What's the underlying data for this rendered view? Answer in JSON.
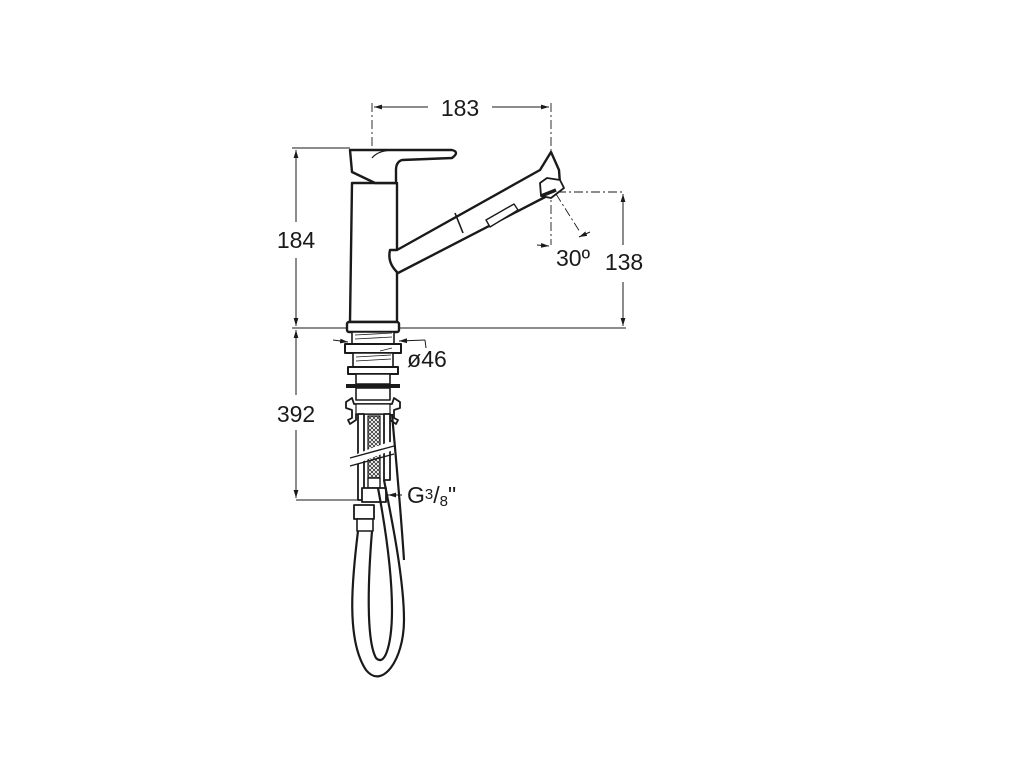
{
  "drawing": {
    "subject": "pull-out kitchen faucet technical dimension drawing",
    "dimensions": {
      "spout_reach": "183",
      "faucet_height": "184",
      "spout_outlet_height": "138",
      "spray_angle": "30º",
      "base_diameter": "ø46",
      "below_deck_length": "392",
      "connection_thread_prefix": "G",
      "connection_thread_numerator": "3",
      "connection_thread_slash": "/",
      "connection_thread_denominator": "8",
      "connection_thread_suffix": "\""
    },
    "colors": {
      "line": "#1a1a1a",
      "background": "#ffffff"
    }
  }
}
